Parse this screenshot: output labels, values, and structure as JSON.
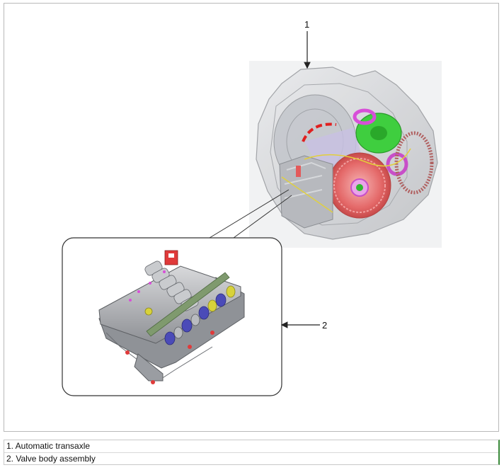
{
  "callouts": [
    {
      "number": "1"
    },
    {
      "number": "2"
    }
  ],
  "legend": [
    {
      "text": "1. Automatic transaxle"
    },
    {
      "text": "2. Valve body assembly"
    }
  ],
  "colors": {
    "housing": "#c9cbcf",
    "gear_green": "#3fce3f",
    "gear_magenta": "#d84fd8",
    "clutch_red": "#e56a6a",
    "valve_blue": "#4b4bb8",
    "valve_yellow": "#d8d23a",
    "legend_accent": "#3a8a3a"
  }
}
